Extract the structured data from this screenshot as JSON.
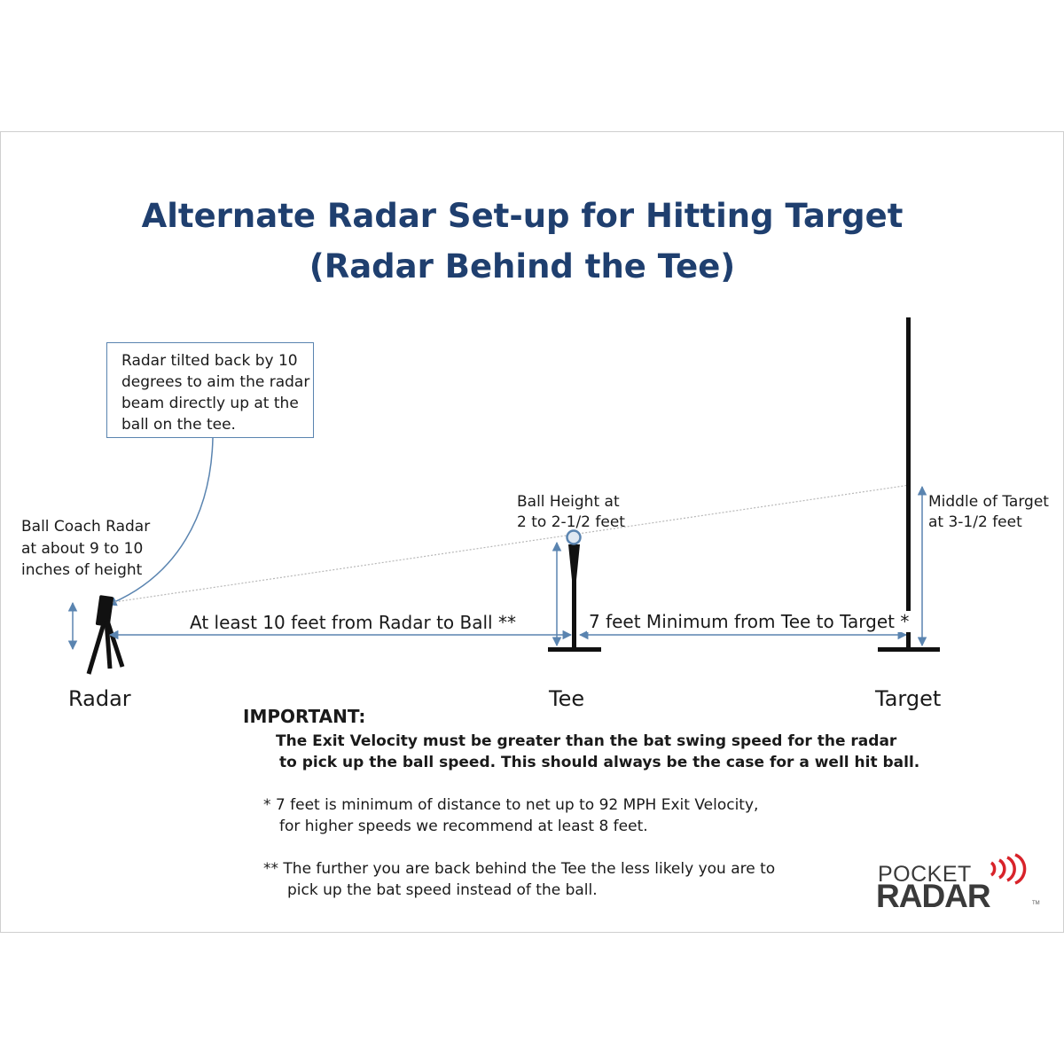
{
  "title": {
    "line1": "Alternate Radar Set-up for Hitting Target",
    "line2": "(Radar Behind the Tee)"
  },
  "callout": {
    "text": "Radar tilted back by 10\ndegrees to aim the radar\nbeam directly up at the\nball on the tee."
  },
  "radar_height_label": {
    "line1": "Ball Coach Radar",
    "line2": "at about 9 to 10",
    "line3": "inches of height"
  },
  "ball_height_label": {
    "line1": "Ball Height at",
    "line2": "2 to 2-1/2 feet"
  },
  "target_middle_label": {
    "line1": "Middle of Target",
    "line2": "at 3-1/2 feet"
  },
  "distances": {
    "radar_to_ball": "At least 10 feet from Radar to Ball **",
    "tee_to_target": "7 feet Minimum from Tee to Target *"
  },
  "objects": {
    "radar": "Radar",
    "tee": "Tee",
    "target": "Target"
  },
  "important": {
    "heading": "IMPORTANT:",
    "line1": "The Exit Velocity must be greater than the bat swing speed for the radar",
    "line2": "to pick up the ball speed. This should always be the case for a well hit ball."
  },
  "footnotes": {
    "note1_line1": "* 7 feet is minimum of distance to net up to 92 MPH Exit Velocity,",
    "note1_line2": "for higher speeds we recommend at least 8 feet.",
    "note2_line1": "** The further you are back behind the Tee the less likely you are to",
    "note2_line2": "pick up the bat speed instead of the ball."
  },
  "logo": {
    "top": "POCKET",
    "bottom": "RADAR",
    "tm": "TM"
  },
  "colors": {
    "title": "#1f3f6f",
    "dimension_line": "#5a84b0",
    "logo_waves": "#d8232a",
    "objects": "#111111"
  }
}
